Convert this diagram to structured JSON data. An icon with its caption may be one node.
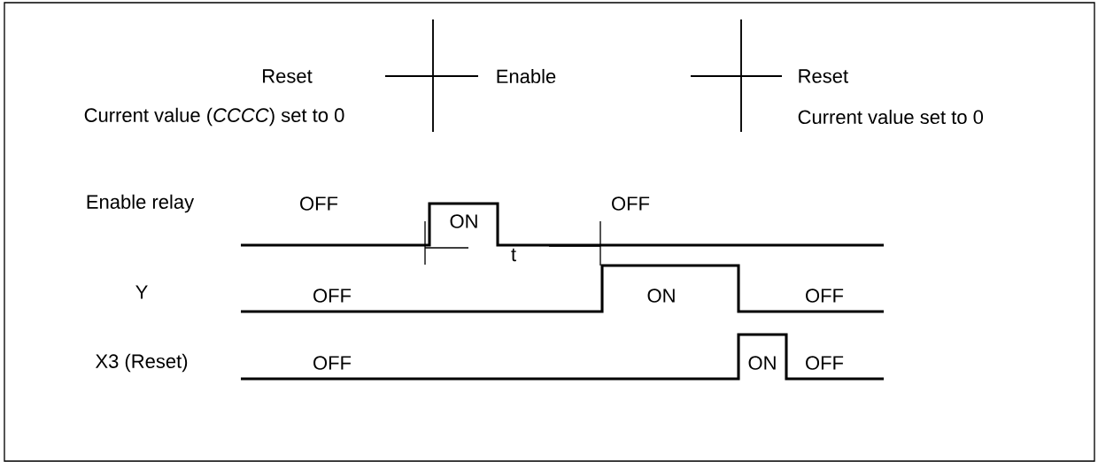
{
  "diagram": {
    "labels": [
      "Reset",
      "Enable",
      "Reset",
      "Current value (*CCCC*) set to 0",
      "Current value set to 0",
      "Enable relay",
      "OFF",
      "ON",
      "OFF",
      "t",
      "Y",
      "OFF",
      "ON",
      "OFF",
      "X3 (Reset)",
      "OFF",
      "ON",
      "OFF"
    ]
  }
}
